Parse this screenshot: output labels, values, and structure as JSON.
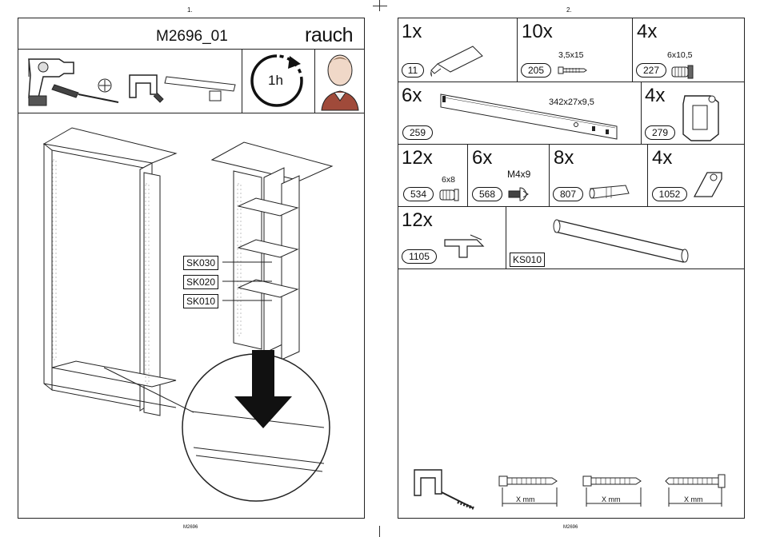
{
  "left_page": {
    "page_number": "1.",
    "title": "M2696_01",
    "brand": "rauch",
    "time": "1h",
    "part_labels": [
      "SK030",
      "SK020",
      "SK010"
    ],
    "footer": "M2696"
  },
  "right_page": {
    "page_number": "2.",
    "parts": [
      {
        "qty": "1x",
        "id": "11",
        "size": "",
        "icon": "glue-tube-icon"
      },
      {
        "qty": "10x",
        "id": "205",
        "size": "3,5x15",
        "icon": "screw-icon"
      },
      {
        "qty": "4x",
        "id": "227",
        "size": "6x10,5",
        "icon": "dowel-connector-icon"
      },
      {
        "qty": "6x",
        "id": "259",
        "size": "342x27x9,5",
        "icon": "drawer-rail-icon"
      },
      {
        "qty": "4x",
        "id": "279",
        "size": "",
        "icon": "rail-holder-icon"
      },
      {
        "qty": "12x",
        "id": "534",
        "size": "6x8",
        "icon": "plug-icon"
      },
      {
        "qty": "6x",
        "id": "568",
        "size": "M4x9",
        "icon": "machine-screw-icon"
      },
      {
        "qty": "8x",
        "id": "807",
        "size": "",
        "icon": "wood-dowel-icon"
      },
      {
        "qty": "4x",
        "id": "1052",
        "size": "",
        "icon": "shelf-support-icon"
      },
      {
        "qty": "12x",
        "id": "1105",
        "size": "",
        "icon": "bracket-clip-icon"
      },
      {
        "qty": "",
        "id": "KS010",
        "size": "",
        "icon": "clothes-rail-icon"
      }
    ],
    "measure_label": "X mm",
    "footer": "M2696"
  }
}
